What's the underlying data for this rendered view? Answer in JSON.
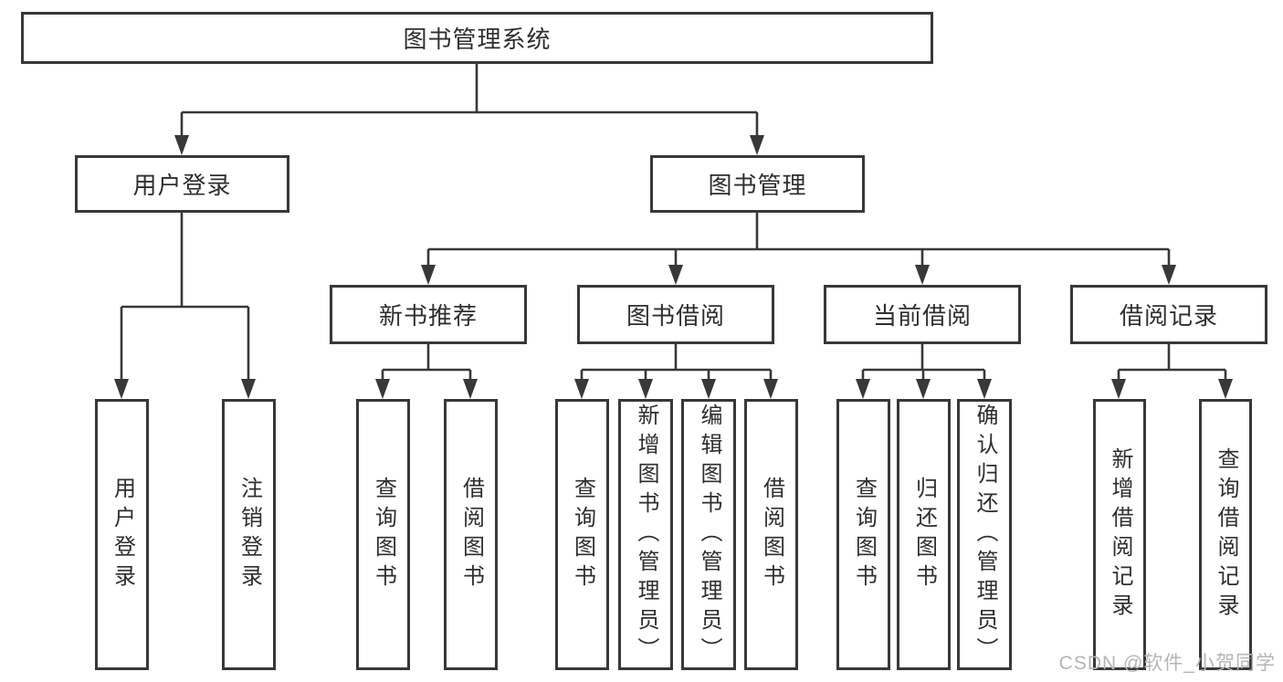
{
  "colors": {
    "line": "#383838",
    "text": "#2e2e2e",
    "watermark_color": "#b5b5b5",
    "background": "#ffffff"
  },
  "watermark": {
    "text": "CSDN @软件_小贺同学"
  },
  "tree": {
    "label": "图书管理系统",
    "children": [
      {
        "label": "用户登录",
        "children": [
          {
            "label": "用户登录"
          },
          {
            "label": "注销登录"
          }
        ]
      },
      {
        "label": "图书管理",
        "children": [
          {
            "label": "新书推荐",
            "children": [
              {
                "label": "查询图书"
              },
              {
                "label": "借阅图书"
              }
            ]
          },
          {
            "label": "图书借阅",
            "children": [
              {
                "label": "查询图书"
              },
              {
                "label": "新增图书（管理员）"
              },
              {
                "label": "编辑图书（管理员）"
              },
              {
                "label": "借阅图书"
              }
            ]
          },
          {
            "label": "当前借阅",
            "children": [
              {
                "label": "查询图书"
              },
              {
                "label": "归还图书"
              },
              {
                "label": "确认归还（管理员）"
              }
            ]
          },
          {
            "label": "借阅记录",
            "children": [
              {
                "label": "新增借阅记录"
              },
              {
                "label": "查询借阅记录"
              }
            ]
          }
        ]
      }
    ]
  }
}
